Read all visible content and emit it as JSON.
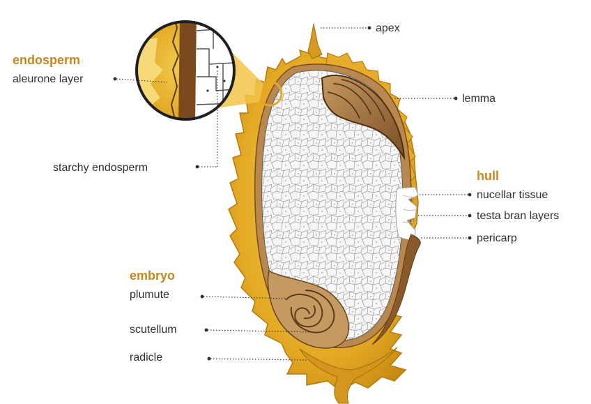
{
  "sections": {
    "endosperm": {
      "heading": "endosperm",
      "labels": [
        "aleurone layer",
        "starchy endosperm"
      ]
    },
    "hull": {
      "heading": "hull",
      "labels": [
        "nucellar tissue",
        "testa bran layers",
        "pericarp"
      ]
    },
    "embryo": {
      "heading": "embryo",
      "labels": [
        "plumute",
        "scutellum",
        "radicle"
      ]
    }
  },
  "other_labels": {
    "apex": "apex",
    "lemma": "lemma"
  },
  "colors": {
    "heading": "#c7871f",
    "hull_gold": "#e3a923",
    "hull_dark": "#b37a12",
    "embryo_brown": "#8a5a2b",
    "aleurone_brown": "#7a4a1e",
    "starch_cells": "#f4f4f4",
    "cell_lines": "#9a9a9a"
  }
}
